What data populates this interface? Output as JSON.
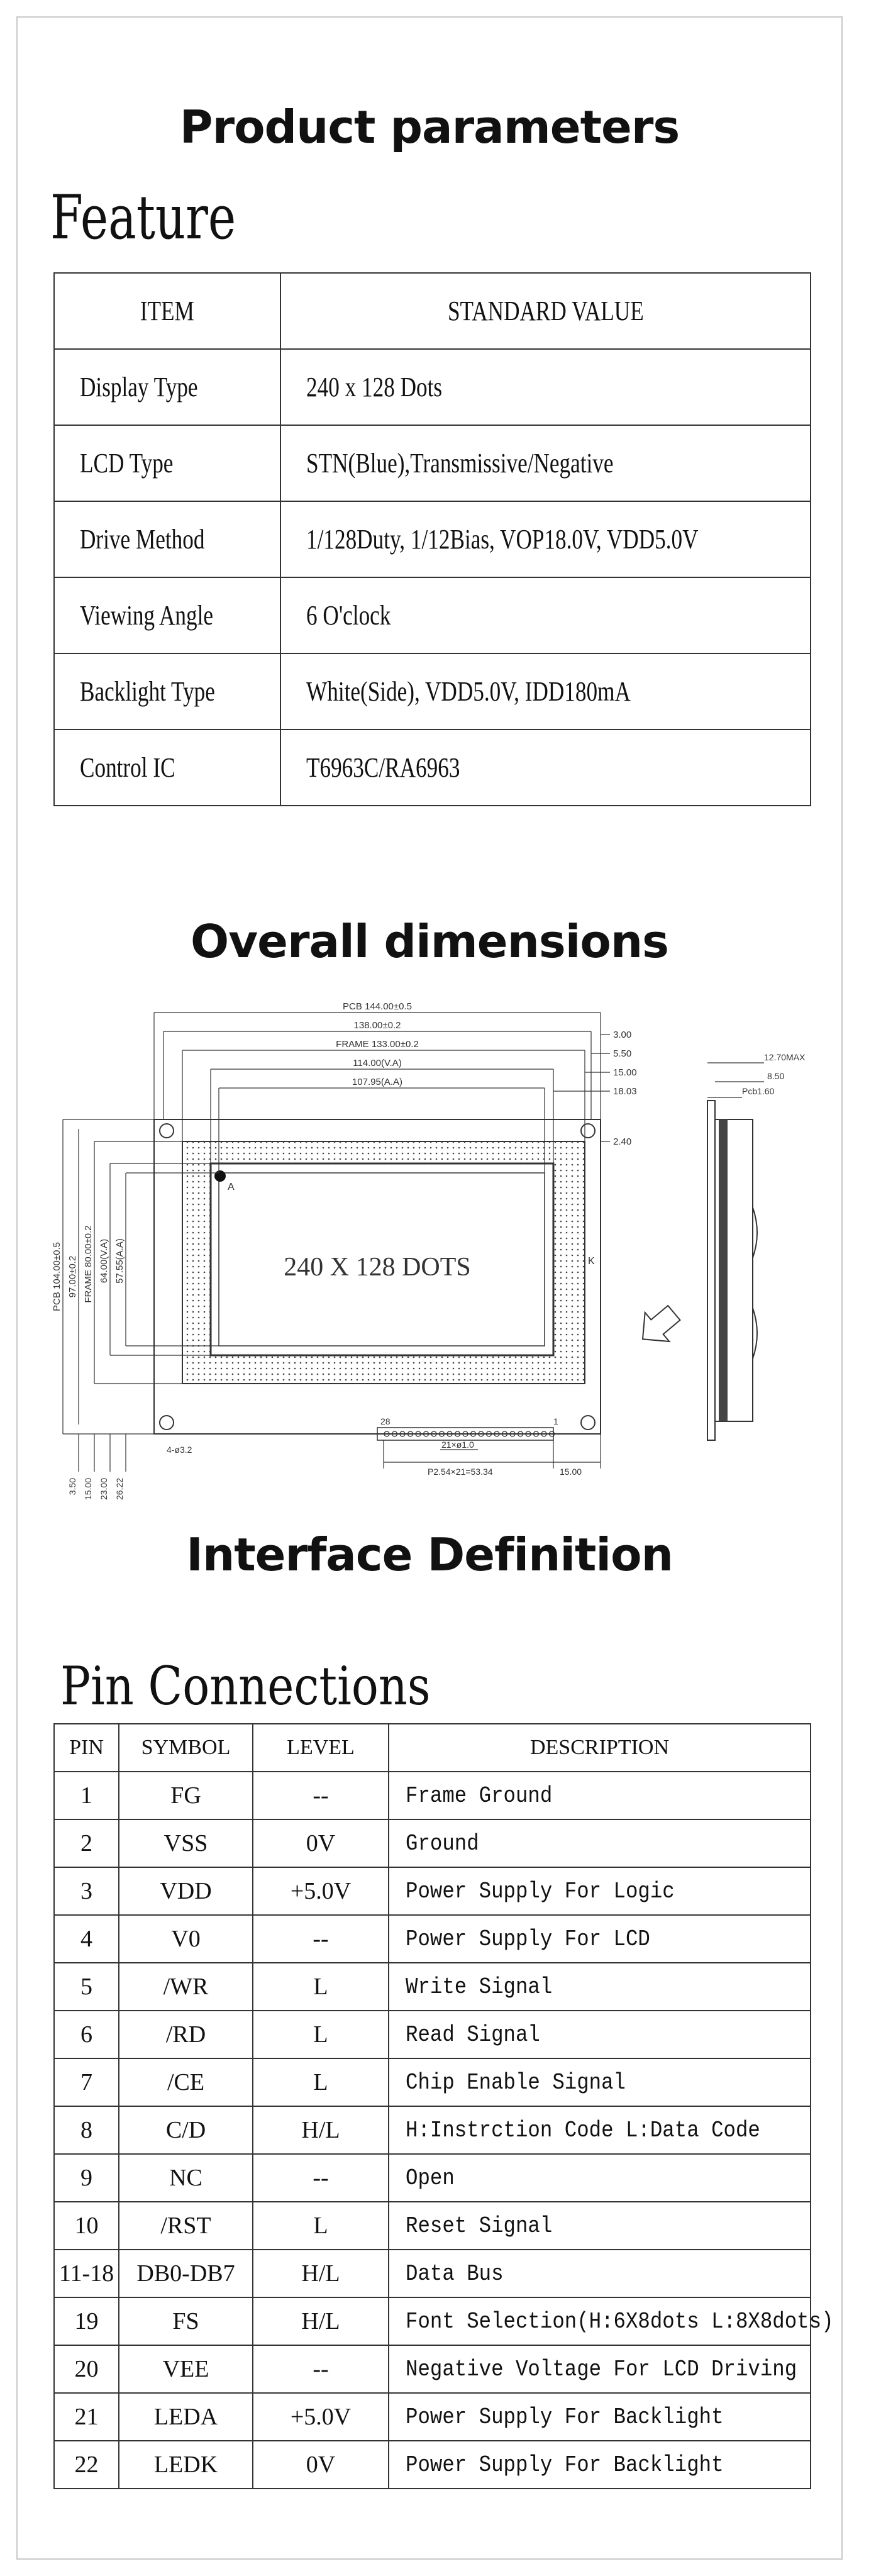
{
  "titles": {
    "product_parameters": "Product parameters",
    "feature": "Feature",
    "overall_dimensions": "Overall dimensions",
    "interface_definition": "Interface Definition",
    "pin_connections": "Pin Connections"
  },
  "feature_table": {
    "headers": [
      "ITEM",
      "STANDARD VALUE"
    ],
    "rows": [
      {
        "item": "Display Type",
        "value": "240 x 128 Dots"
      },
      {
        "item": "LCD Type",
        "value": "STN(Blue),Transmissive/Negative"
      },
      {
        "item": "Drive Method",
        "value": "1/128Duty, 1/12Bias, VOP18.0V, VDD5.0V"
      },
      {
        "item": "Viewing Angle",
        "value": "6 O'clock"
      },
      {
        "item": "Backlight Type",
        "value": "White(Side), VDD5.0V, IDD180mA"
      },
      {
        "item": "Control IC",
        "value": "T6963C/RA6963"
      }
    ]
  },
  "drawing": {
    "display_label": "240 X 128 DOTS",
    "dims_top": [
      "PCB 144.00±0.5",
      "138.00±0.2",
      "FRAME 133.00±0.2",
      "114.00(V.A)",
      "107.95(A.A)"
    ],
    "dims_right": [
      "3.00",
      "5.50",
      "15.00",
      "18.03",
      "2.40"
    ],
    "dims_left": [
      "PCB 104.00±0.5",
      "97.00±0.2",
      "FRAME 80.00±0.2",
      "64.00(V.A)",
      "57.55(A.A)"
    ],
    "dims_bottom_left": [
      "3.50",
      "15.00",
      "23.00",
      "26.22"
    ],
    "hole_label": "4-ø3.2",
    "pin_one": "1",
    "pin_last": "28",
    "pin_spacing": "21×ø1.0",
    "pitch": "P2.54×21=53.34",
    "bottom_right": "15.00",
    "side_dims": [
      "12.70MAX",
      "8.50",
      "Pcb1.60"
    ],
    "corner_a": "A",
    "corner_k": "K"
  },
  "pins_table": {
    "headers": [
      "PIN",
      "SYMBOL",
      "LEVEL",
      "DESCRIPTION"
    ],
    "rows": [
      {
        "pin": "1",
        "symbol": "FG",
        "level": "--",
        "desc": "Frame Ground"
      },
      {
        "pin": "2",
        "symbol": "VSS",
        "level": "0V",
        "desc": "Ground"
      },
      {
        "pin": "3",
        "symbol": "VDD",
        "level": "+5.0V",
        "desc": "Power Supply For Logic"
      },
      {
        "pin": "4",
        "symbol": "V0",
        "level": "--",
        "desc": "Power Supply For LCD"
      },
      {
        "pin": "5",
        "symbol": "/WR",
        "level": "L",
        "desc": "Write Signal"
      },
      {
        "pin": "6",
        "symbol": "/RD",
        "level": "L",
        "desc": "Read Signal"
      },
      {
        "pin": "7",
        "symbol": "/CE",
        "level": "L",
        "desc": "Chip Enable Signal"
      },
      {
        "pin": "8",
        "symbol": "C/D",
        "level": "H/L",
        "desc": "H:Instrction Code  L:Data Code"
      },
      {
        "pin": "9",
        "symbol": "NC",
        "level": "--",
        "desc": "Open"
      },
      {
        "pin": "10",
        "symbol": "/RST",
        "level": "L",
        "desc": "Reset Signal"
      },
      {
        "pin": "11-18",
        "symbol": "DB0-DB7",
        "level": "H/L",
        "desc": "Data Bus"
      },
      {
        "pin": "19",
        "symbol": "FS",
        "level": "H/L",
        "desc": "Font Selection(H:6X8dots L:8X8dots)"
      },
      {
        "pin": "20",
        "symbol": "VEE",
        "level": "--",
        "desc": "Negative Voltage For LCD Driving"
      },
      {
        "pin": "21",
        "symbol": "LEDA",
        "level": "+5.0V",
        "desc": "Power Supply For Backlight"
      },
      {
        "pin": "22",
        "symbol": "LEDK",
        "level": "0V",
        "desc": "Power Supply For Backlight"
      }
    ]
  }
}
